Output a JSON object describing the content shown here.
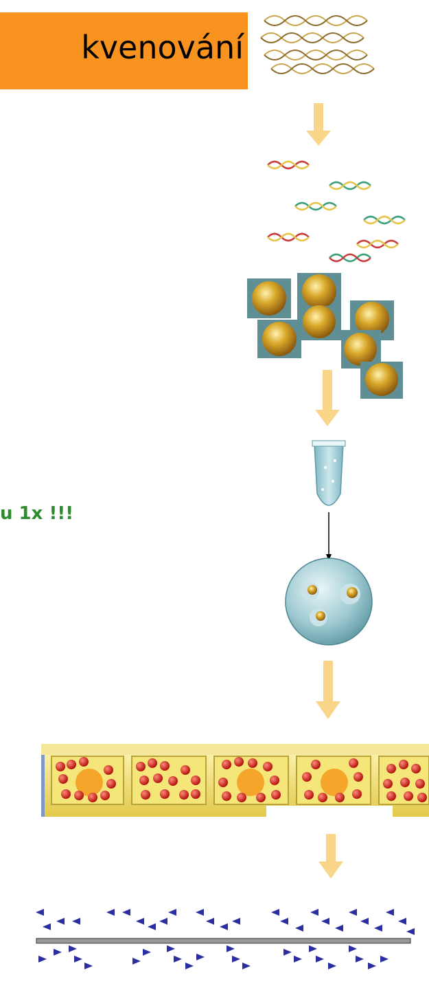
{
  "title": {
    "text": "kvenování"
  },
  "note": {
    "text": "u 1x !!!"
  },
  "colors": {
    "title_bg": "#f7931e",
    "arrow": "#f9d58a",
    "note": "#2e8b2e",
    "dna_red": "#c83c3c",
    "dna_yellow": "#e6c44a",
    "dna_green": "#3aa07a",
    "bead": "#d4a520",
    "well": "#f2e27a",
    "read": "#2b2ea0"
  },
  "steps": [
    {
      "name": "genomic-dna",
      "icon": "dna-helix-icon"
    },
    {
      "name": "fragmented-dna",
      "icon": "dna-fragments-icon"
    },
    {
      "name": "capture-beads",
      "icon": "bead-icon"
    },
    {
      "name": "emulsion-pcr",
      "icon": "tube-icon"
    },
    {
      "name": "picotiter-plate",
      "icon": "plate-wells-icon"
    },
    {
      "name": "sequence-reads",
      "icon": "reads-icon"
    }
  ]
}
